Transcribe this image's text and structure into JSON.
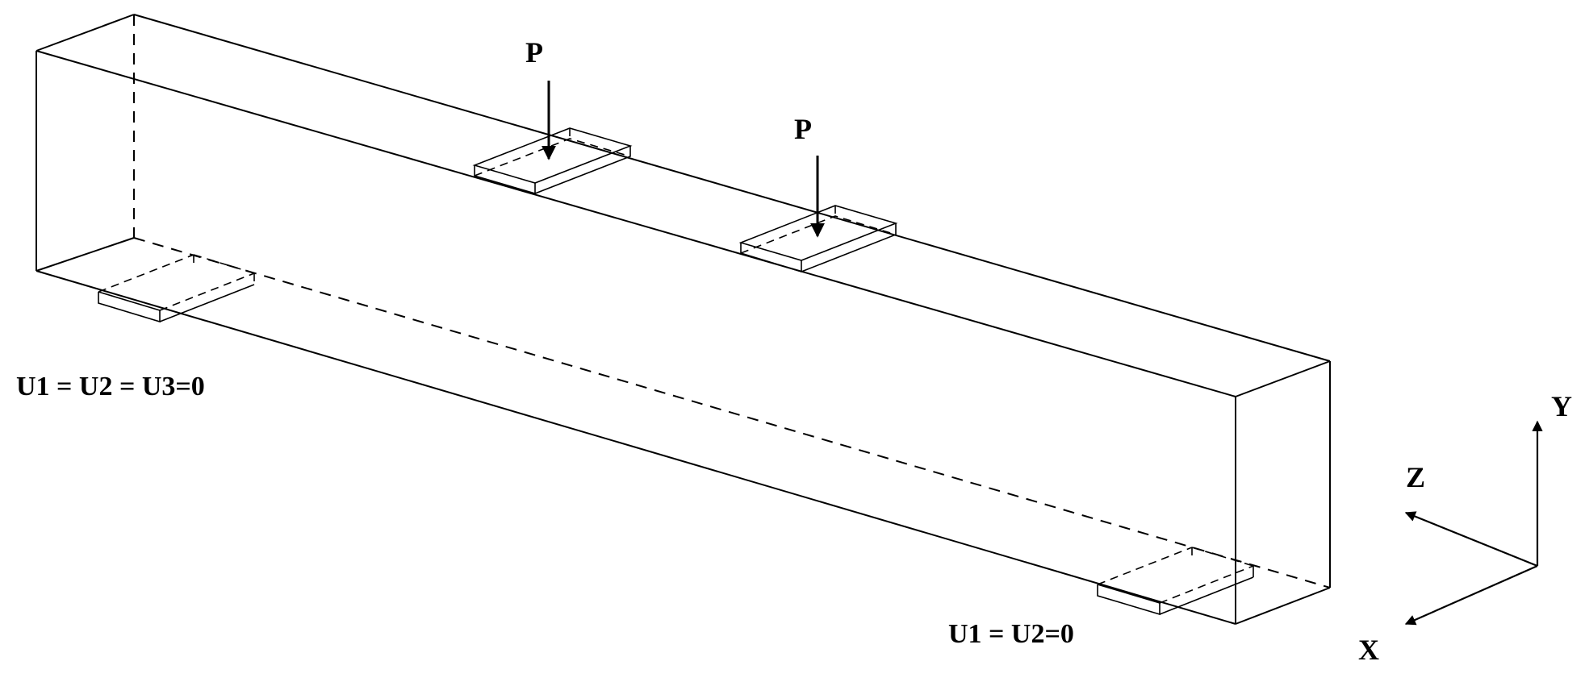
{
  "loads": [
    {
      "label": "P"
    },
    {
      "label": "P"
    }
  ],
  "supports": {
    "pinned_label": "U1 = U2 = U3=0",
    "roller_label": "U1 = U2=0"
  },
  "axes": {
    "y_label": "Y",
    "z_label": "Z",
    "x_label": "X"
  }
}
